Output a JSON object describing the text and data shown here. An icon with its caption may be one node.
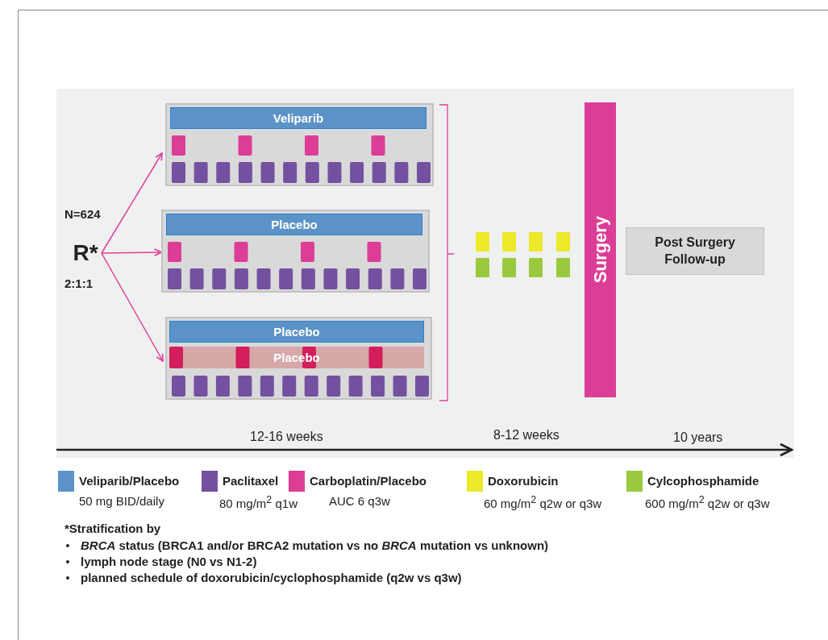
{
  "diagram": {
    "nodes": [
      {
        "text": [
          "R*"
        ]
      },
      {
        "text": [],
        "shape": "box"
      },
      {
        "text": [
          "Veliparib"
        ],
        "in": 1
      },
      {
        "text": [],
        "shape": "box"
      },
      {
        "text": [
          "Placebo"
        ],
        "in": 3
      },
      {
        "text": [],
        "shape": "box"
      },
      {
        "text": [
          "Placebo"
        ],
        "in": 5
      },
      {
        "text": [
          "Placebo"
        ],
        "in": 5
      },
      {
        "text": [
          "Surgery"
        ]
      },
      {
        "text": [
          "Post Surgery Follow-up"
        ]
      }
    ],
    "edges": [
      {
        "from": 0,
        "to": 1,
        "arrow": "to"
      },
      {
        "from": 0,
        "to": 3,
        "arrow": "to"
      },
      {
        "from": 0,
        "to": 5,
        "arrow": "to"
      }
    ],
    "labels": [
      "N=624",
      "2:1:1",
      "12-16 weeks",
      "8-12 weeks",
      "10 years",
      "50 mg BID/daily",
      "80 mg/m$^{2}$ q1w",
      "AUC 6 q3w",
      "60 mg/m$^{2}$ q2w or q3w",
      "600 mg/m$^{2}$ q2w or q3w",
      "*Stratification by",
      "*BRCA* status (BRCA1 and/or BRCA2 mutation vs no *BRCA* mutation vs unknown)",
      "lymph node stage (N0 vs N1-2)",
      "planned schedule of doxorubicin/cyclophosphamide (q2w vs q3w)"
    ],
    "legend": [
      {
        "text": "Veliparib/Placebo",
        "color": "#5b93c8"
      },
      {
        "text": "Paclitaxel",
        "color": "#7451a0"
      },
      {
        "text": "Carboplatin/Placebo",
        "color": "#dc3d96"
      },
      {
        "text": "Doxorubicin",
        "color": "#ece82a"
      },
      {
        "text": "Cylcophosphamide",
        "color": "#9ac940"
      }
    ]
  }
}
